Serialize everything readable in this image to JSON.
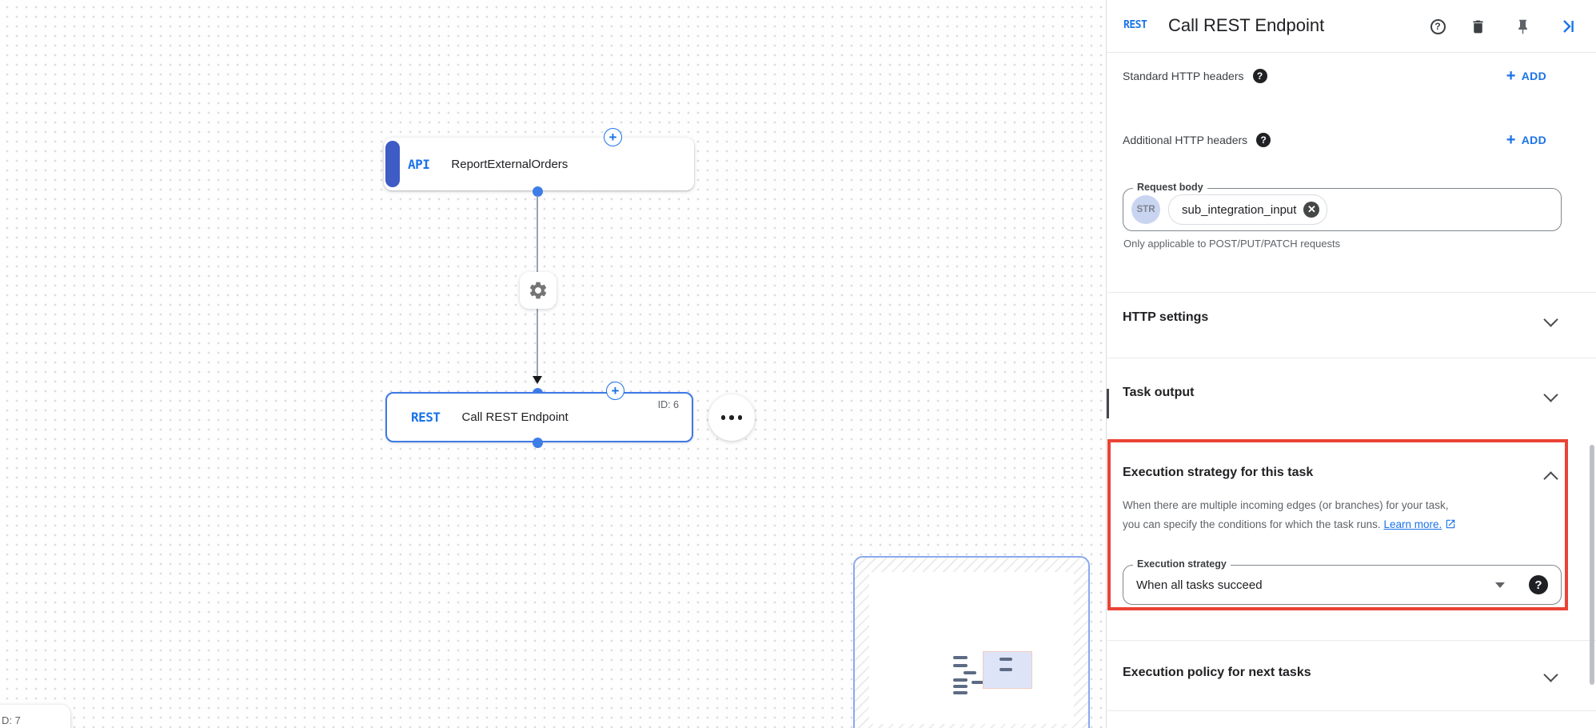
{
  "colors": {
    "accent_blue": "#1a73e8",
    "node_border_blue": "#3c79e8",
    "highlight_red": "#ea4335",
    "text_dark": "#202124",
    "text_gray": "#5f6368"
  },
  "canvas": {
    "api_node": {
      "badge": "API",
      "label": "ReportExternalOrders"
    },
    "rest_node": {
      "badge": "REST",
      "label": "Call REST Endpoint",
      "id_label": "ID: 6"
    },
    "edge_icon": "gear-icon",
    "partial_node_id": "D: 7"
  },
  "panel": {
    "badge": "REST",
    "title": "Call REST Endpoint",
    "header_icons": [
      "help-icon",
      "delete-icon",
      "pin-icon",
      "collapse-panel-icon"
    ],
    "standard_headers": {
      "label": "Standard HTTP headers",
      "action": "ADD"
    },
    "additional_headers": {
      "label": "Additional HTTP headers",
      "action": "ADD"
    },
    "request_body": {
      "label": "Request body",
      "type_chip": "STR",
      "value": "sub_integration_input",
      "helper": "Only applicable to POST/PUT/PATCH requests"
    },
    "sections": {
      "http_settings": "HTTP settings",
      "task_output": "Task output",
      "execution_policy": "Execution policy for next tasks"
    },
    "execution_strategy": {
      "title": "Execution strategy for this task",
      "description_line1": "When there are multiple incoming edges (or branches) for your task,",
      "description_line2": "you can specify the conditions for which the task runs.",
      "link_label": "Learn more.",
      "field_label": "Execution strategy",
      "field_value": "When all tasks succeed"
    }
  }
}
